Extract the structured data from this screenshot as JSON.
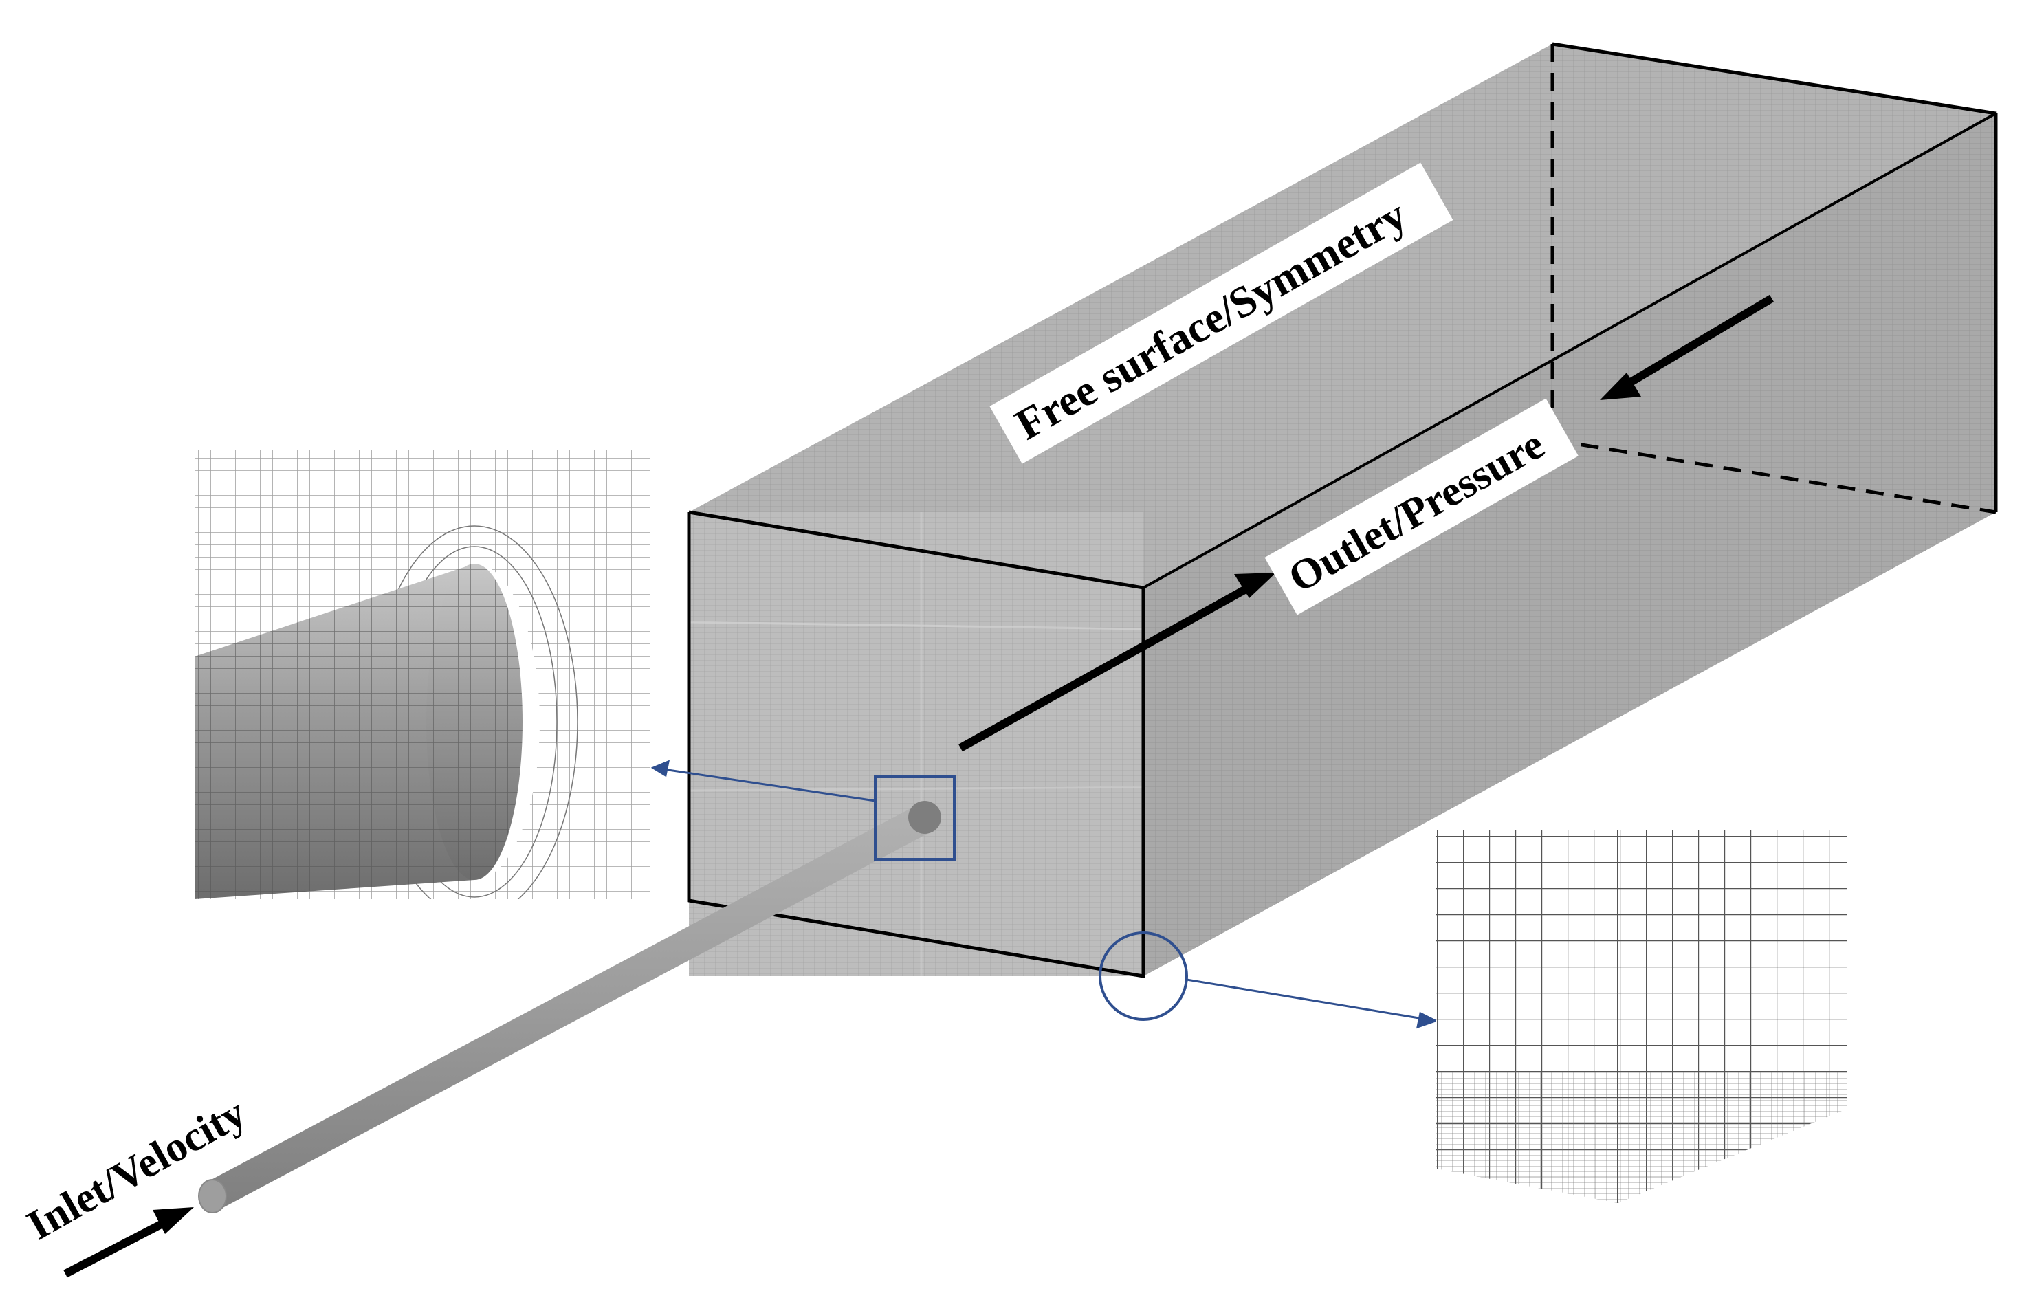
{
  "labels": {
    "free_surface": "Free surface/Symmetry",
    "outlet": "Outlet/Pressure",
    "inlet": "Inlet/Velocity"
  },
  "colors": {
    "box_side": "#a9a9a9",
    "box_top": "#b6b6b6",
    "box_front": "#bdbdbd",
    "pipe": "#9a9a9a",
    "mesh_line": "#555555",
    "callout": "#2f4f8f",
    "edge": "#000000"
  }
}
